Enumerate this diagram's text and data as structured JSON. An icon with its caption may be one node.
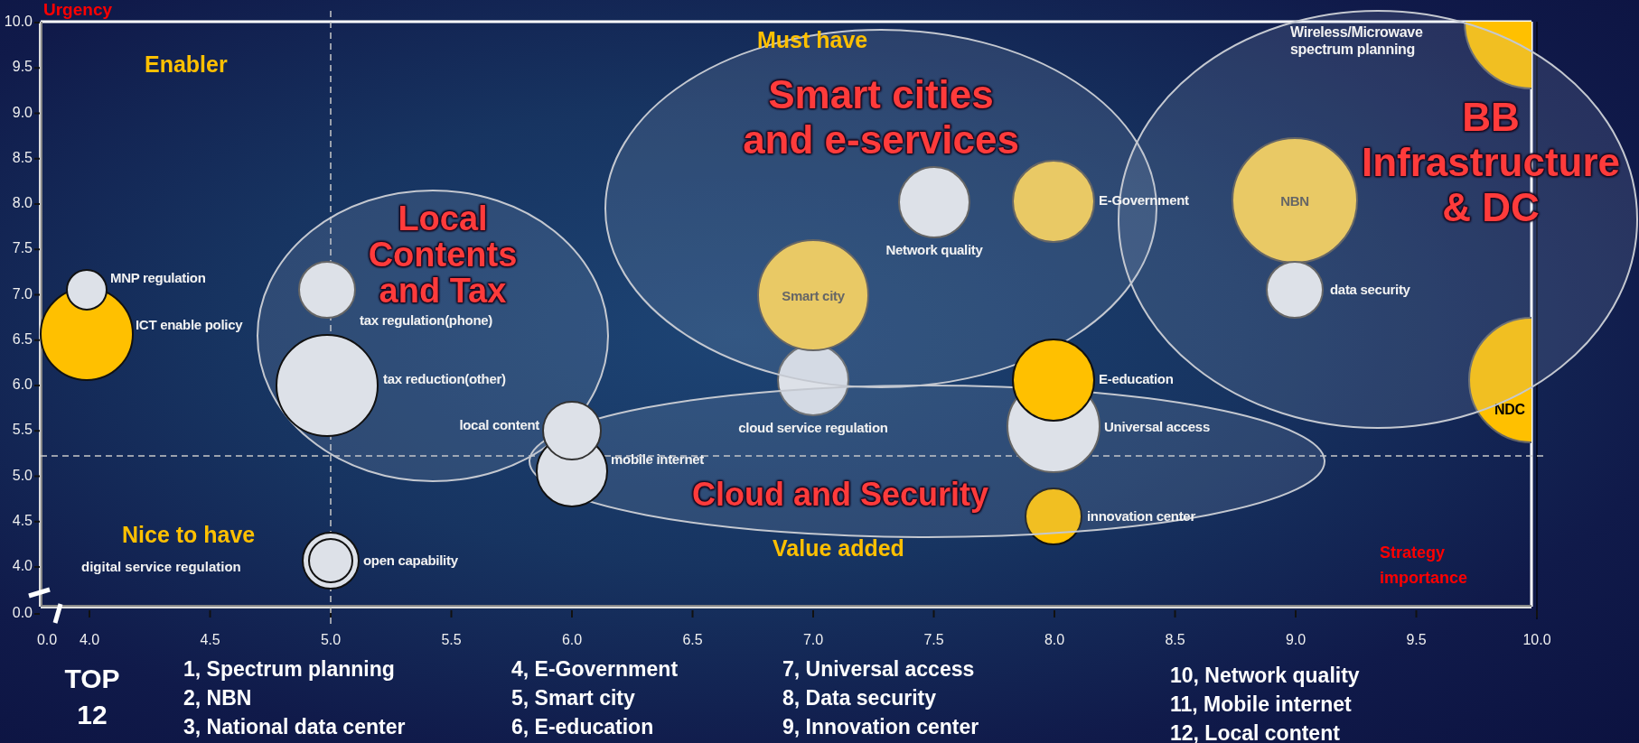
{
  "diagram": {
    "nodes": [
      {
        "text": [],
        "shape": "circle",
        "beside": [
          "MNP regulation"
        ]
      },
      {
        "text": [],
        "shape": "circle",
        "beside": [
          "ICT enable policy"
        ]
      },
      {
        "text": [
          "Local Contents and Tax"
        ]
      },
      {
        "text": [],
        "shape": "circle",
        "beside": [
          "tax regulation(phone)"
        ],
        "in": 2
      },
      {
        "text": [],
        "shape": "circle",
        "beside": [
          "tax reduction(other)"
        ],
        "in": 2
      },
      {
        "text": [],
        "shape": "circle",
        "beside": [
          "local content"
        ],
        "in": 15
      },
      {
        "text": [],
        "shape": "circle",
        "beside": [
          "mobile internet"
        ],
        "in": 15
      },
      {
        "text": [],
        "shape": "circle",
        "beside": [
          "open capability"
        ]
      },
      {
        "text": [
          "Smart cities and e-services"
        ]
      },
      {
        "text": [
          "Smart city"
        ],
        "in": 8
      },
      {
        "text": [],
        "shape": "circle",
        "beside": [
          "Network quality"
        ],
        "in": 8
      },
      {
        "text": [],
        "shape": "circle",
        "beside": [
          "E-Government"
        ],
        "in": 8
      },
      {
        "text": [],
        "shape": "circle",
        "beside": [
          "cloud service regulation"
        ]
      },
      {
        "text": [],
        "shape": "circle",
        "beside": [
          "E-education"
        ]
      },
      {
        "text": [],
        "shape": "circle",
        "beside": [
          "Universal access"
        ],
        "in": 15
      },
      {
        "text": [
          "Cloud and Security"
        ]
      },
      {
        "text": [],
        "shape": "circle",
        "beside": [
          "innovation center"
        ]
      },
      {
        "text": [
          "BB Infrastructure & DC"
        ]
      },
      {
        "text": [
          "NBN"
        ],
        "in": 17
      },
      {
        "text": [],
        "shape": "circle",
        "beside": [
          "data security"
        ],
        "in": 17
      },
      {
        "text": [],
        "shape": "circle",
        "beside": [
          "Wireless/Microwave spectrum planning"
        ]
      },
      {
        "text": [
          "NDC"
        ]
      }
    ],
    "labels": [
      "Urgency",
      "Enabler",
      "Must have",
      "Nice to have",
      "digital service regulation",
      "Value added",
      "Strategy importance",
      "10.0",
      "9.5",
      "9.0",
      "8.5",
      "8.0",
      "7.5",
      "7.0",
      "6.5",
      "6.0",
      "5.5",
      "5.0",
      "4.5",
      "4.0",
      "0.0",
      "0.0",
      "4.0",
      "4.5",
      "5.0",
      "5.5",
      "6.0",
      "6.5",
      "7.0",
      "7.5",
      "8.0",
      "8.5",
      "9.0",
      "9.5",
      "10.0",
      "TOP 12",
      "1, Spectrum planning",
      "4, E-Government",
      "7, Universal access",
      "10, Network quality",
      "2, NBN",
      "5, Smart city",
      "8, Data security",
      "11, Mobile internet",
      "3, National data center",
      "6, E-education",
      "9, Innovation center",
      "12, Local content"
    ]
  }
}
